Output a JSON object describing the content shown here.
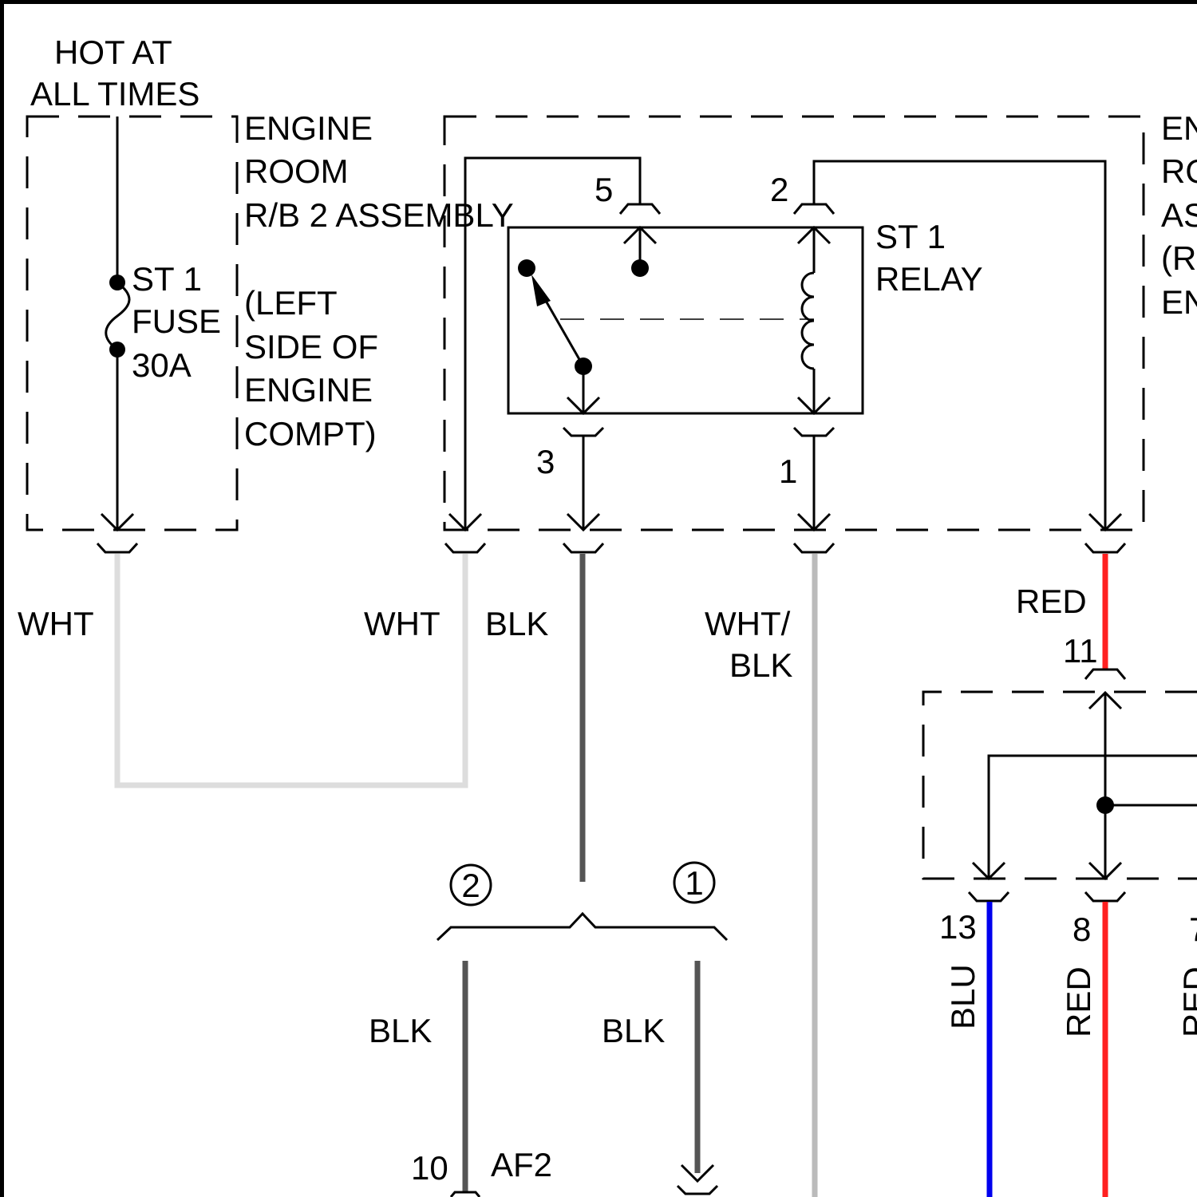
{
  "colors": {
    "ink": "#000000",
    "wire_wht": "#dddddd",
    "wire_blk": "#555555",
    "wire_wht_blk": "#bbbbbb",
    "wire_red": "#ff2020",
    "wire_blu": "#0000ee"
  },
  "power_label": [
    "HOT AT",
    "ALL TIMES"
  ],
  "fuse": {
    "name": "ST 1",
    "type": "FUSE",
    "rating": "30A"
  },
  "rb2": {
    "name_lines": [
      "ENGINE",
      "ROOM",
      "R/B 2 ASSEMBLY"
    ],
    "location_lines": [
      "(LEFT",
      "SIDE OF",
      "ENGINE",
      "COMPT)"
    ]
  },
  "right_box_partial": [
    "EN",
    "RO",
    "AS",
    "(R",
    "EN"
  ],
  "relay": {
    "name_lines": [
      "ST 1",
      "RELAY"
    ],
    "pins": {
      "p1": "1",
      "p2": "2",
      "p3": "3",
      "p5": "5"
    }
  },
  "wires": {
    "wht_left": "WHT",
    "wht_right": "WHT",
    "blk": "BLK",
    "wht_blk": [
      "WHT/",
      "BLK"
    ],
    "red_top": "RED",
    "blk_left": "BLK",
    "blk_right": "BLK",
    "blu": "BLU",
    "red_8": "RED",
    "red_7": "RED"
  },
  "junction": {
    "left_marker": "2",
    "right_marker": "1"
  },
  "lower_box": {
    "pin_top": "11",
    "pin_13": "13",
    "pin_8": "8",
    "pin_7": "7"
  },
  "connector_af2": {
    "pin": "10",
    "name": "AF2"
  }
}
